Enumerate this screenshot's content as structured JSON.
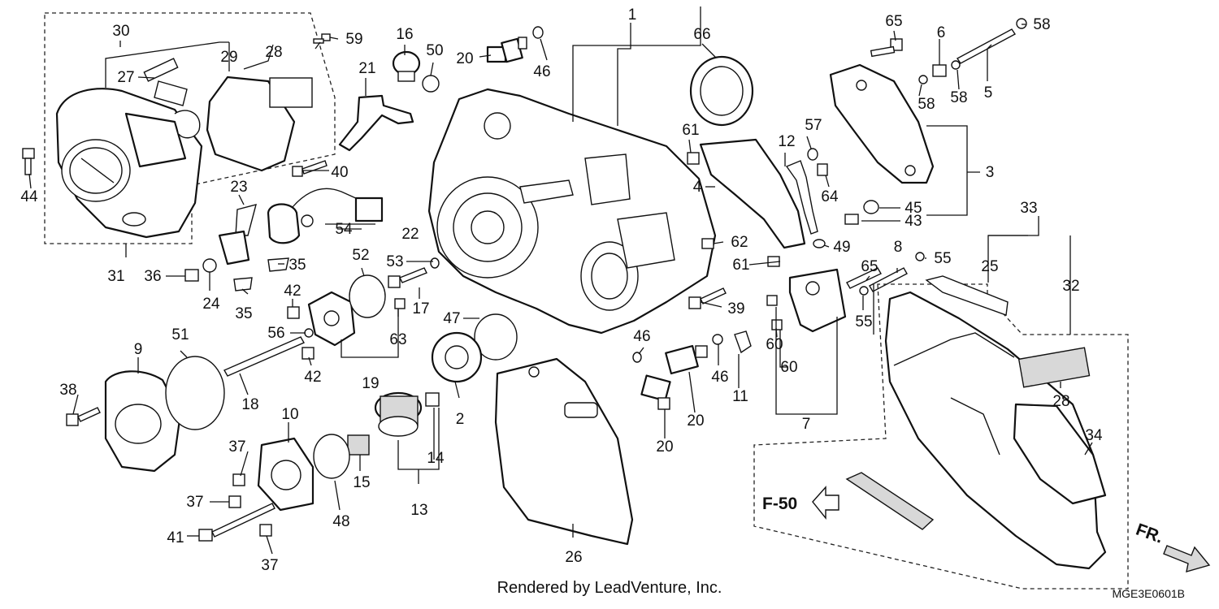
{
  "diagram": {
    "credit": "Rendered by LeadVenture, Inc.",
    "code": "MGE3E0601B",
    "ref_label": "F-50",
    "direction_label": "FR.",
    "callouts": [
      {
        "id": "c1",
        "text": "1"
      },
      {
        "id": "c2",
        "text": "2"
      },
      {
        "id": "c3",
        "text": "3"
      },
      {
        "id": "c4",
        "text": "4"
      },
      {
        "id": "c5",
        "text": "5"
      },
      {
        "id": "c6",
        "text": "6"
      },
      {
        "id": "c7",
        "text": "7"
      },
      {
        "id": "c8",
        "text": "8"
      },
      {
        "id": "c9",
        "text": "9"
      },
      {
        "id": "c10",
        "text": "10"
      },
      {
        "id": "c11",
        "text": "11"
      },
      {
        "id": "c12",
        "text": "12"
      },
      {
        "id": "c13",
        "text": "13"
      },
      {
        "id": "c14",
        "text": "14"
      },
      {
        "id": "c15",
        "text": "15"
      },
      {
        "id": "c16",
        "text": "16"
      },
      {
        "id": "c17",
        "text": "17"
      },
      {
        "id": "c18",
        "text": "18"
      },
      {
        "id": "c19",
        "text": "19"
      },
      {
        "id": "c20a",
        "text": "20"
      },
      {
        "id": "c20b",
        "text": "20"
      },
      {
        "id": "c20c",
        "text": "20"
      },
      {
        "id": "c21",
        "text": "21"
      },
      {
        "id": "c22",
        "text": "22"
      },
      {
        "id": "c23",
        "text": "23"
      },
      {
        "id": "c24",
        "text": "24"
      },
      {
        "id": "c25",
        "text": "25"
      },
      {
        "id": "c26",
        "text": "26"
      },
      {
        "id": "c27",
        "text": "27"
      },
      {
        "id": "c28a",
        "text": "28"
      },
      {
        "id": "c28b",
        "text": "28"
      },
      {
        "id": "c29",
        "text": "29"
      },
      {
        "id": "c30",
        "text": "30"
      },
      {
        "id": "c31",
        "text": "31"
      },
      {
        "id": "c32",
        "text": "32"
      },
      {
        "id": "c33",
        "text": "33"
      },
      {
        "id": "c34",
        "text": "34"
      },
      {
        "id": "c35a",
        "text": "35"
      },
      {
        "id": "c35b",
        "text": "35"
      },
      {
        "id": "c36",
        "text": "36"
      },
      {
        "id": "c37a",
        "text": "37"
      },
      {
        "id": "c37b",
        "text": "37"
      },
      {
        "id": "c37c",
        "text": "37"
      },
      {
        "id": "c38",
        "text": "38"
      },
      {
        "id": "c39",
        "text": "39"
      },
      {
        "id": "c40",
        "text": "40"
      },
      {
        "id": "c41",
        "text": "41"
      },
      {
        "id": "c42a",
        "text": "42"
      },
      {
        "id": "c42b",
        "text": "42"
      },
      {
        "id": "c43",
        "text": "43"
      },
      {
        "id": "c44",
        "text": "44"
      },
      {
        "id": "c45",
        "text": "45"
      },
      {
        "id": "c46a",
        "text": "46"
      },
      {
        "id": "c46b",
        "text": "46"
      },
      {
        "id": "c46c",
        "text": "46"
      },
      {
        "id": "c47",
        "text": "47"
      },
      {
        "id": "c48",
        "text": "48"
      },
      {
        "id": "c49",
        "text": "49"
      },
      {
        "id": "c50",
        "text": "50"
      },
      {
        "id": "c51",
        "text": "51"
      },
      {
        "id": "c52",
        "text": "52"
      },
      {
        "id": "c53",
        "text": "53"
      },
      {
        "id": "c54",
        "text": "54"
      },
      {
        "id": "c55a",
        "text": "55"
      },
      {
        "id": "c55b",
        "text": "55"
      },
      {
        "id": "c56",
        "text": "56"
      },
      {
        "id": "c57",
        "text": "57"
      },
      {
        "id": "c58a",
        "text": "58"
      },
      {
        "id": "c58b",
        "text": "58"
      },
      {
        "id": "c58c",
        "text": "58"
      },
      {
        "id": "c59",
        "text": "59"
      },
      {
        "id": "c60a",
        "text": "60"
      },
      {
        "id": "c60b",
        "text": "60"
      },
      {
        "id": "c61a",
        "text": "61"
      },
      {
        "id": "c61b",
        "text": "61"
      },
      {
        "id": "c62",
        "text": "62"
      },
      {
        "id": "c63",
        "text": "63"
      },
      {
        "id": "c64",
        "text": "64"
      },
      {
        "id": "c65a",
        "text": "65"
      },
      {
        "id": "c65b",
        "text": "65"
      },
      {
        "id": "c66",
        "text": "66"
      }
    ]
  }
}
